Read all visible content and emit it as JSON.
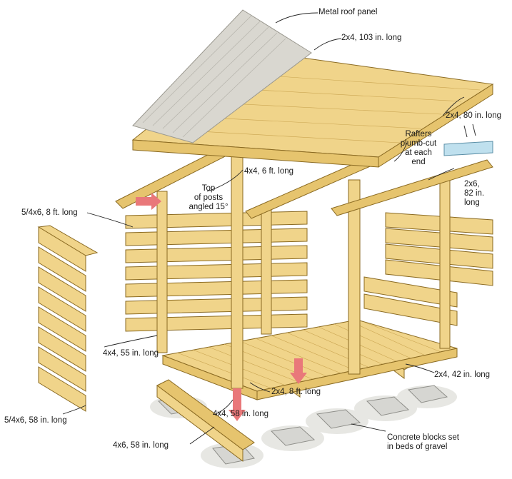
{
  "labels": {
    "metal_roof_panel": "Metal roof panel",
    "top_2x4": "2x4, 103 in. long",
    "mid_2x4": "2x4, 80 in. long",
    "rafters": [
      "Rafters",
      "plumb-cut",
      "at each",
      "end"
    ],
    "tall_post": "4x4, 6 ft. long",
    "top_posts": [
      "Top",
      "of posts",
      "angled 15°"
    ],
    "rafter_2x6": [
      "2x6,",
      "82 in.",
      "long"
    ],
    "siding_8ft": "5/4x6, 8 ft. long",
    "short_post": "4x4, 55 in. long",
    "floor_2x4_42": "2x4, 42 in. long",
    "floor_2x4_8ft": "2x4, 8 ft. long",
    "post_58": "4x4, 58 in. long",
    "siding_58": "5/4x6, 58 in. long",
    "skid_4x6": "4x6, 58 in. long",
    "concrete": [
      "Concrete blocks set",
      "in beds of gravel"
    ]
  },
  "colors": {
    "wood": "#f0d48a",
    "wood_edge": "#8a6a22",
    "roof_metal": "#d9d7d0",
    "concrete": "#d6d6d2",
    "arrow": "#e9787a"
  }
}
